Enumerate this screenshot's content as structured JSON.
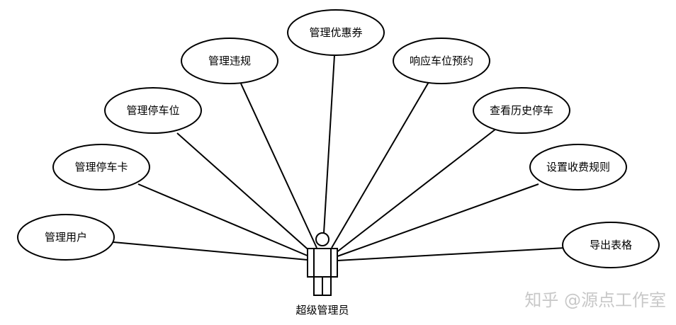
{
  "actor": {
    "label": "超级管理员"
  },
  "use_cases": [
    {
      "id": "manage-users",
      "label": "管理用户"
    },
    {
      "id": "manage-parking-card",
      "label": "管理停车卡"
    },
    {
      "id": "manage-parking-spot",
      "label": "管理停车位"
    },
    {
      "id": "manage-violations",
      "label": "管理违规"
    },
    {
      "id": "manage-coupons",
      "label": "管理优惠券"
    },
    {
      "id": "respond-reservation",
      "label": "响应车位预约"
    },
    {
      "id": "view-parking-history",
      "label": "查看历史停车"
    },
    {
      "id": "set-fee-rules",
      "label": "设置收费规则"
    },
    {
      "id": "export-table",
      "label": "导出表格"
    }
  ],
  "watermark": "知乎 @源点工作室",
  "colors": {
    "stroke": "#000000",
    "fill": "#ffffff",
    "watermark": "#c8c8c8"
  }
}
